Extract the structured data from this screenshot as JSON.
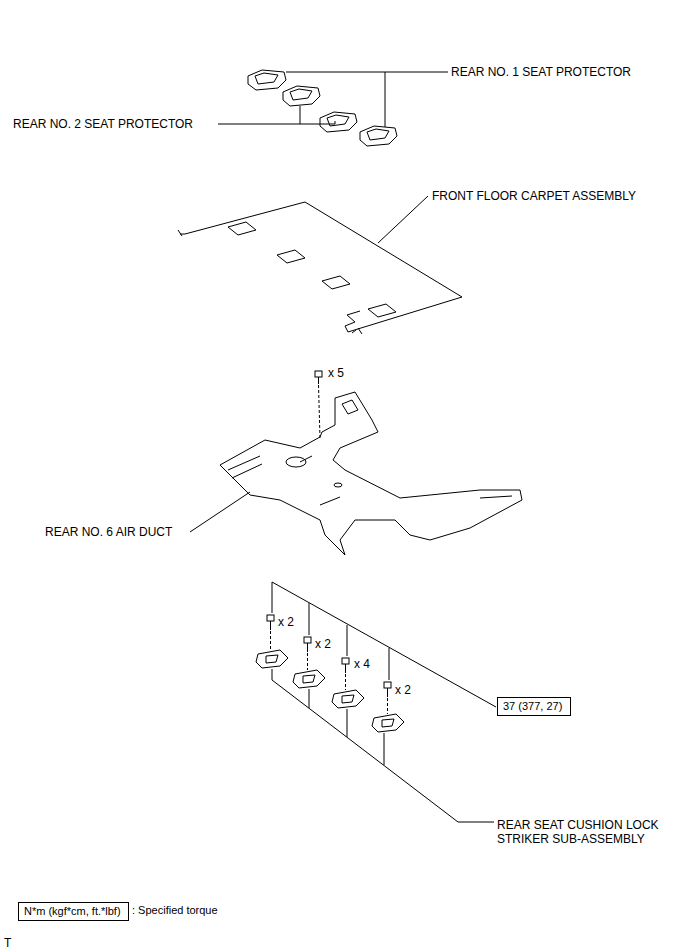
{
  "diagram": {
    "nodes": [
      {
        "text": [
          "37 (377, 27)"
        ]
      },
      {
        "text": [
          "N*m (kgf*cm, ft.*lbf)"
        ]
      }
    ],
    "labels": [
      "REAR NO. 1 SEAT PROTECTOR",
      "REAR NO. 2 SEAT PROTECTOR",
      "FRONT FLOOR CARPET ASSEMBLY",
      "x 5",
      "REAR NO. 6 AIR DUCT",
      "x 2",
      "x 2",
      "x 4",
      "x 2",
      "REAR SEAT CUSHION LOCK STRIKER SUB-ASSEMBLY",
      "T"
    ],
    "legend": [
      {
        "text": ": Specified torque"
      }
    ]
  }
}
